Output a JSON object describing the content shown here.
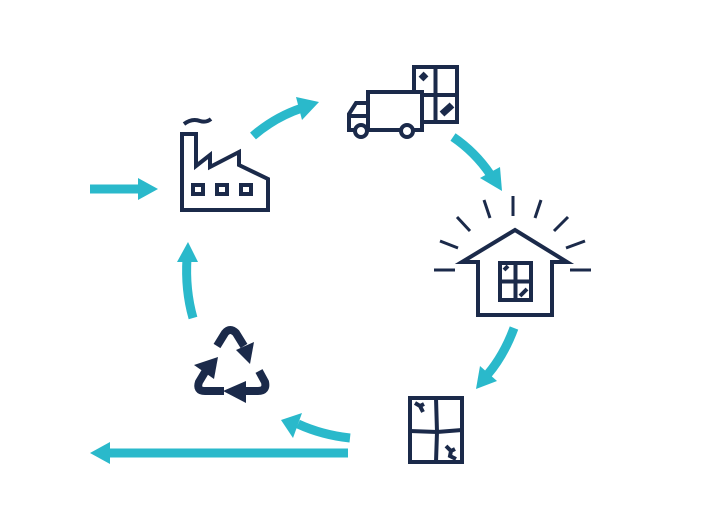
{
  "colors": {
    "icon": "#1b2a4a",
    "arrow": "#2ab9cb",
    "background": "#ffffff"
  },
  "nodes": [
    {
      "id": "factory",
      "icon": "factory-icon"
    },
    {
      "id": "transport",
      "icon": "truck-window-icon"
    },
    {
      "id": "home",
      "icon": "house-glowing-icon"
    },
    {
      "id": "broken-window",
      "icon": "broken-window-icon"
    },
    {
      "id": "recycle",
      "icon": "recycle-icon"
    }
  ],
  "flows": [
    {
      "from": "input",
      "to": "factory"
    },
    {
      "from": "factory",
      "to": "transport"
    },
    {
      "from": "transport",
      "to": "home"
    },
    {
      "from": "home",
      "to": "broken-window"
    },
    {
      "from": "broken-window",
      "to": "recycle"
    },
    {
      "from": "broken-window",
      "to": "output"
    },
    {
      "from": "recycle",
      "to": "factory"
    }
  ]
}
